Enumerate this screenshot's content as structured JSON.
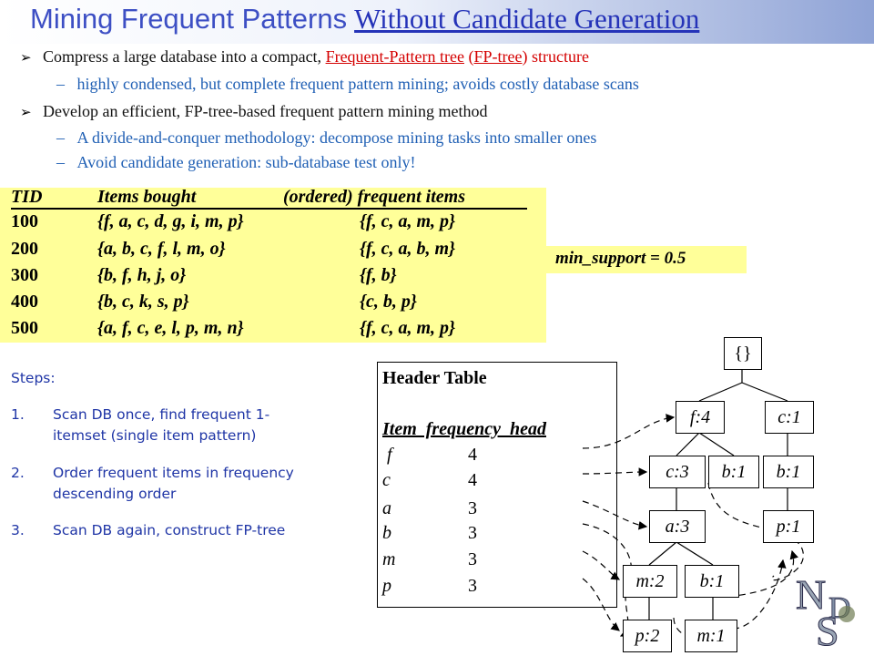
{
  "title": {
    "part1": "Mining Frequent Patterns",
    "part2": "Without Candidate Generation"
  },
  "bullets": [
    {
      "prefix": "Compress a large database into a compact, ",
      "link1": "Frequent-Pattern tree",
      "mid": " (",
      "link2": "FP-tree",
      "suffix": ") structure"
    },
    {
      "text": "highly condensed, but complete frequent pattern mining; avoids costly database scans"
    },
    {
      "text": "Develop an efficient, FP-tree-based frequent pattern mining method"
    },
    {
      "text": "A divide-and-conquer methodology: decompose mining tasks into smaller ones"
    },
    {
      "text": "Avoid candidate generation: sub-database test only!"
    }
  ],
  "transactions": {
    "headers": [
      "TID",
      "Items bought",
      "(ordered) frequent items"
    ],
    "rows": [
      {
        "tid": "100",
        "items": "{f, a, c, d, g, i, m, p}",
        "ordered": "{f, c, a, m, p}"
      },
      {
        "tid": "200",
        "items": "{a, b, c, f, l, m, o}",
        "ordered": "{f, c, a, b, m}"
      },
      {
        "tid": "300",
        "items": "{b, f, h, j, o}",
        "ordered": "{f, b}"
      },
      {
        "tid": "400",
        "items": "{b, c, k, s, p}",
        "ordered": "{c, b, p}"
      },
      {
        "tid": "500",
        "items": "{a, f, c, e, l, p, m, n}",
        "ordered": "{f, c, a, m, p}"
      }
    ]
  },
  "min_support": "min_support = 0.5",
  "steps": {
    "title": "Steps:",
    "items": [
      {
        "num": "1.",
        "lines": [
          "Scan DB once, find frequent 1-",
          "itemset (single item pattern)"
        ]
      },
      {
        "num": "2.",
        "lines": [
          "Order frequent items in frequency",
          "descending order"
        ]
      },
      {
        "num": "3.",
        "lines": [
          "Scan DB again, construct FP-tree"
        ]
      }
    ]
  },
  "header_table": {
    "title": "Header Table",
    "columns": "Item  frequency  head",
    "rows": [
      {
        "item": "f",
        "freq": "4"
      },
      {
        "item": "c",
        "freq": "4"
      },
      {
        "item": "a",
        "freq": "3"
      },
      {
        "item": "b",
        "freq": "3"
      },
      {
        "item": "m",
        "freq": "3"
      },
      {
        "item": "p",
        "freq": "3"
      }
    ]
  },
  "tree": {
    "root": "{}",
    "nodes": {
      "f4": "f:4",
      "c1_root": "c:1",
      "c3": "c:3",
      "b1_f": "b:1",
      "b1_c": "b:1",
      "a3": "a:3",
      "p1_right": "p:1",
      "m2": "m:2",
      "b1_a": "b:1",
      "p2": "p:2",
      "m1": "m:1"
    }
  },
  "colors": {
    "highlight": "#ffff99",
    "title": "#3d4fc4",
    "sub_bullet": "#1f5fb4",
    "steps": "#1f35a6",
    "link": "#d40000"
  }
}
